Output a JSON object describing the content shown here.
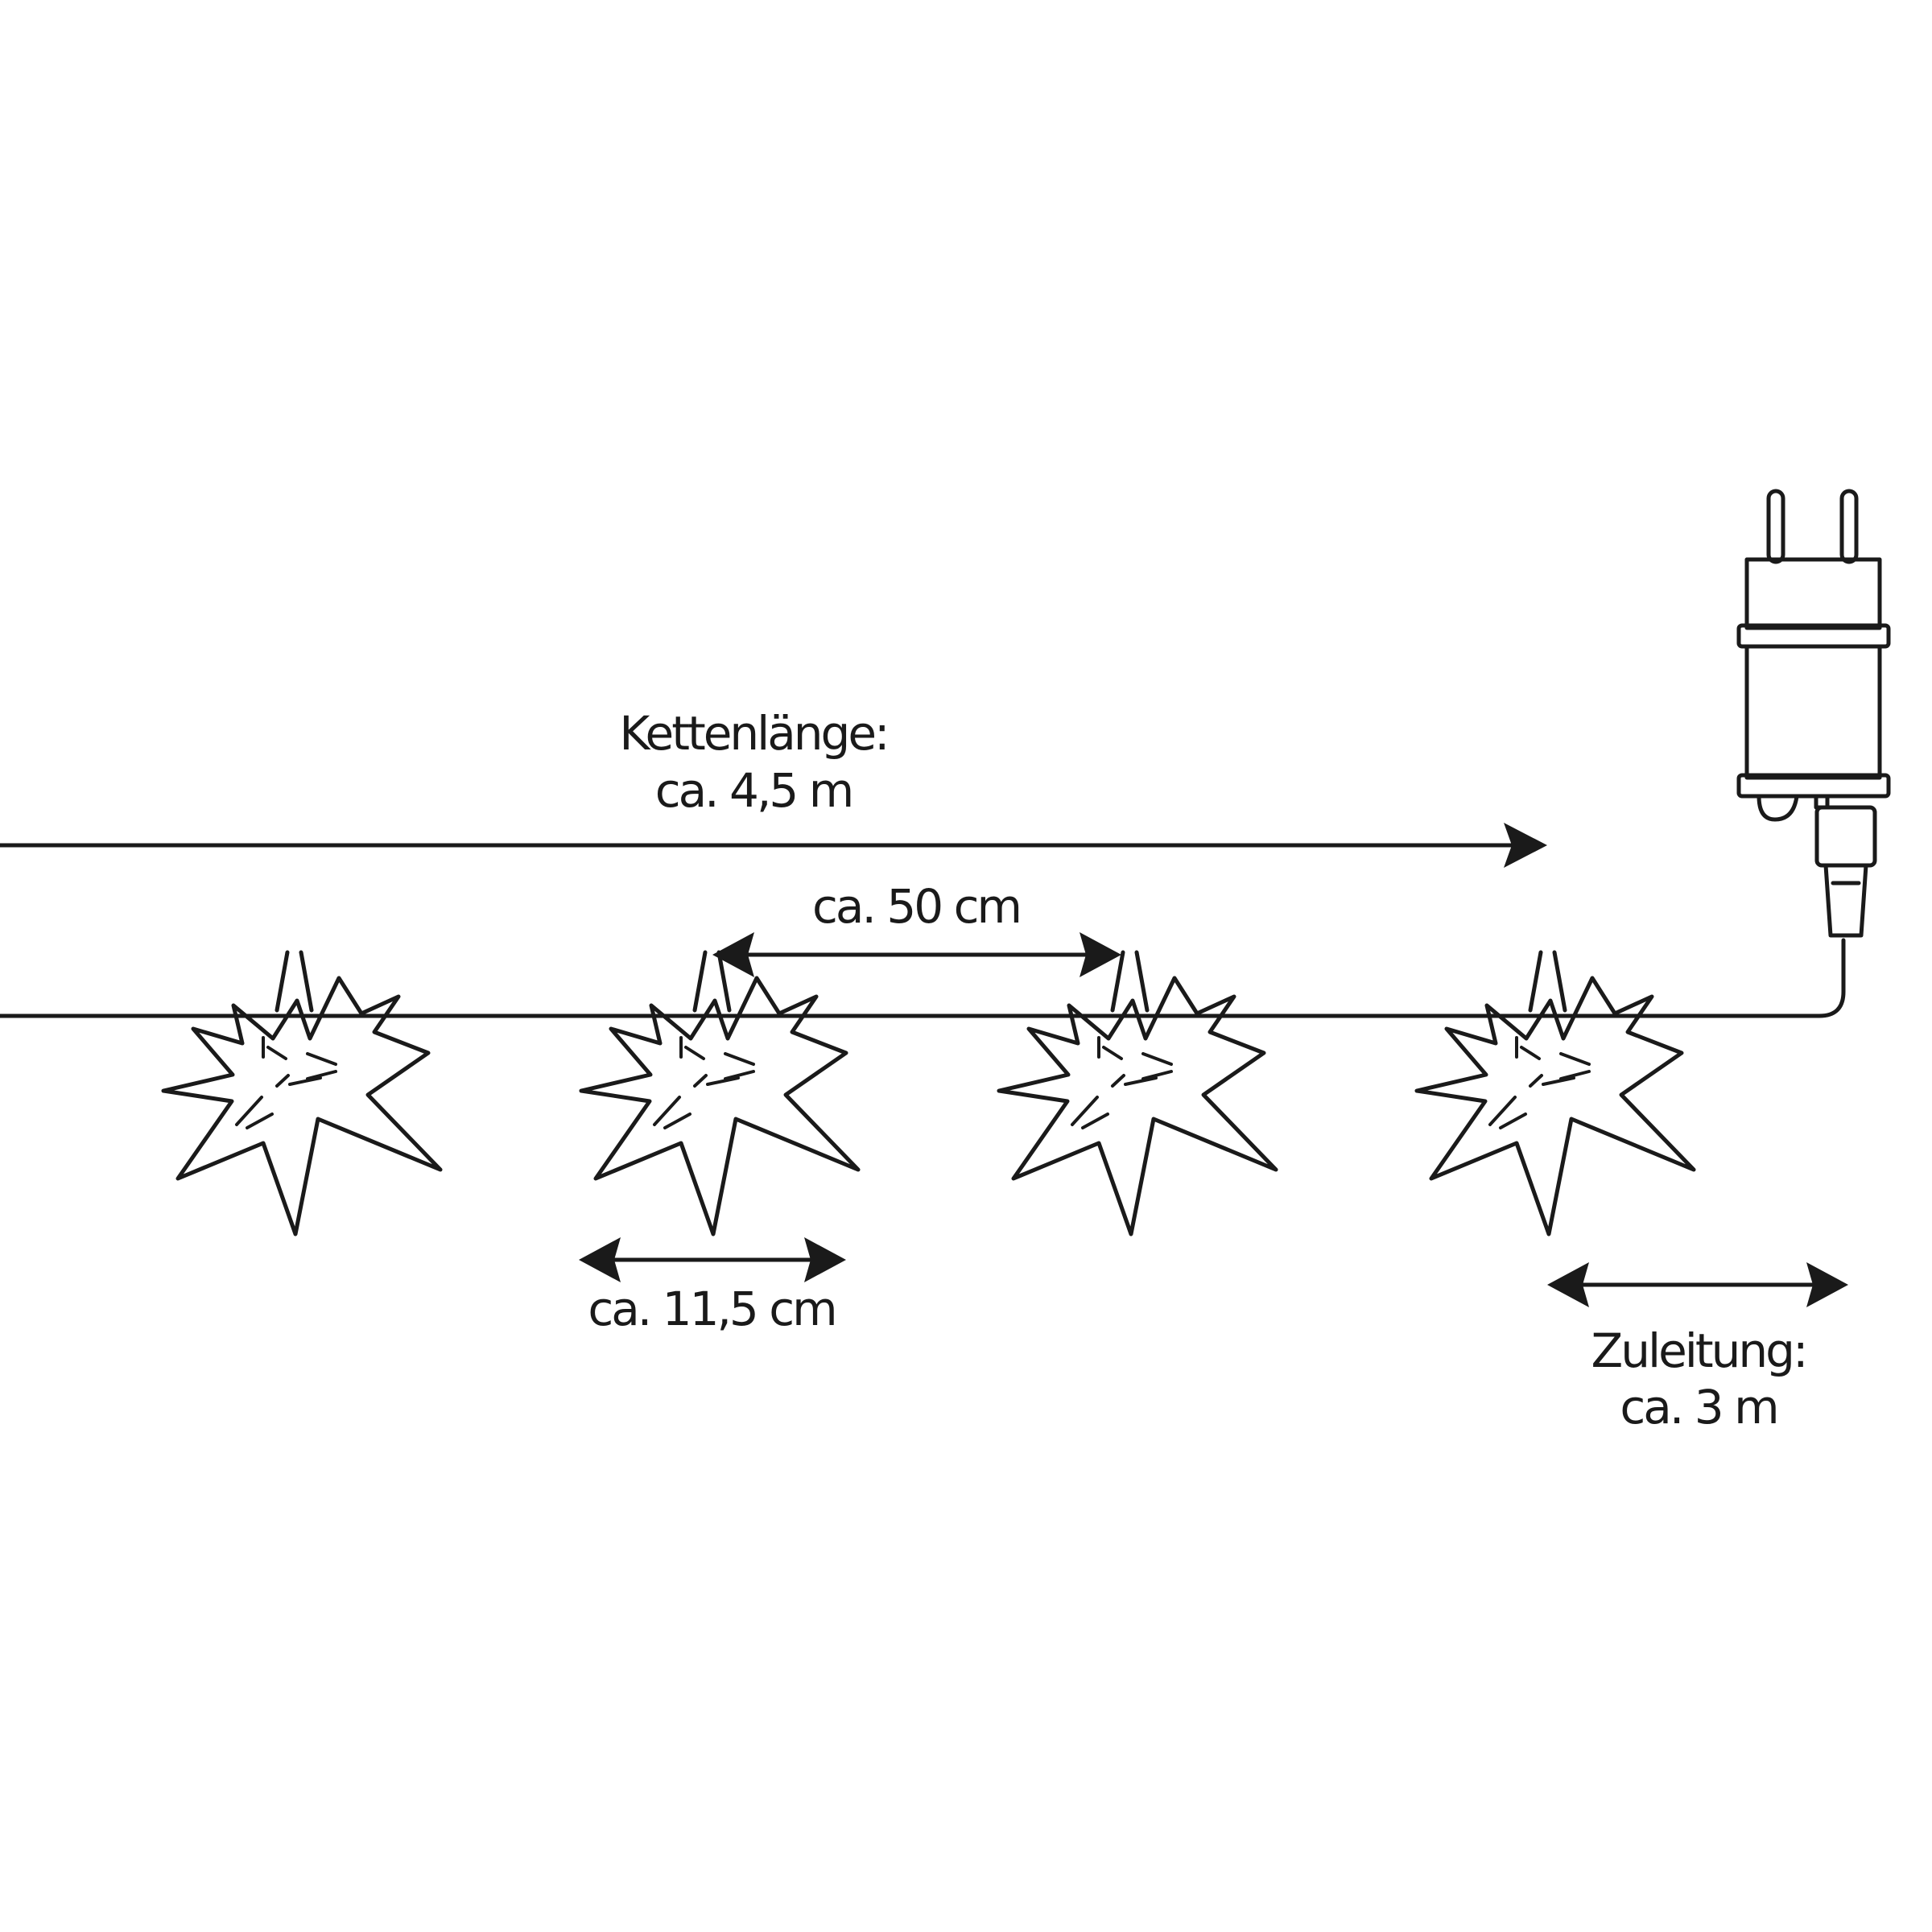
{
  "labels": {
    "chain_length_title": "Kettenlänge:",
    "chain_length_value": "ca. 4,5 m",
    "spacing": "ca. 50 cm",
    "star_width": "ca. 11,5 cm",
    "lead_title": "Zuleitung:",
    "lead_value": "ca. 3 m"
  },
  "colors": {
    "line": "#1a1a1a",
    "background": "#ffffff"
  }
}
